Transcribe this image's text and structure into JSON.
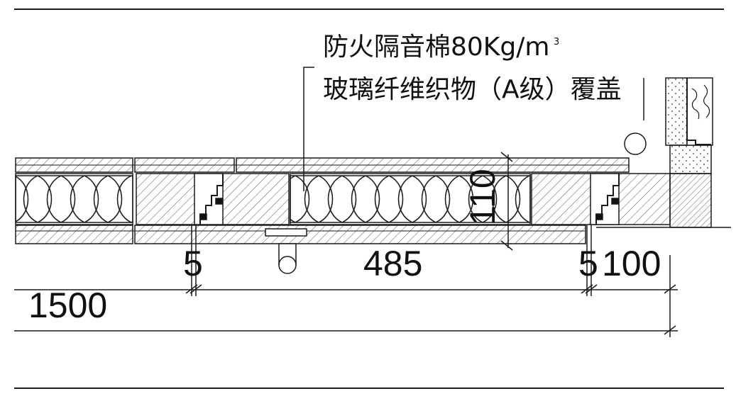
{
  "annotation": {
    "line1": "防火隔音棉80Kg/m",
    "line1_superscript": "3",
    "line2": "玻璃纤维织物（A级）覆盖"
  },
  "dimensions": {
    "left_gap": "5",
    "panel_width": "485",
    "right_gap": "5",
    "right_segment": "100",
    "panel_thickness": "110",
    "overall": "1500"
  },
  "colors": {
    "line": "#1a1a1a",
    "background": "#ffffff"
  }
}
